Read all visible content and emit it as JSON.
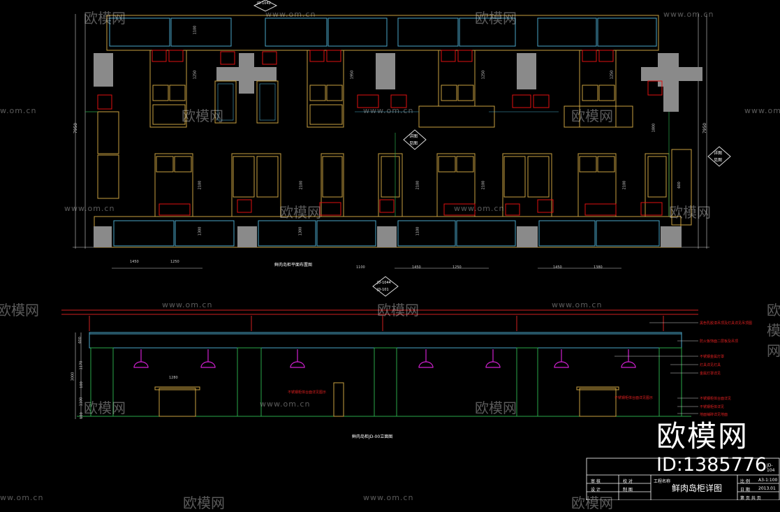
{
  "plan": {
    "caption": "鲜肉岛柜平面布置图",
    "dims_vertical": [
      "1100",
      "1250",
      "1950",
      "1250",
      "1800",
      "2100",
      "2100",
      "2100",
      "2100",
      "2100",
      "600",
      "1300",
      "1300",
      "1100",
      "1250"
    ],
    "dims_left": [
      "7950"
    ],
    "dims_right": [
      "7950"
    ],
    "dims_bottom": [
      "1450",
      "1250",
      "1100",
      "1450",
      "1250",
      "1450",
      "1380"
    ],
    "tags": [
      {
        "line1": "",
        "line2": "JD-1042"
      },
      {
        "line1": "详图",
        "line2": "见图"
      },
      {
        "line1": "详图",
        "line2": "见图"
      },
      {
        "line1": "JD-1044",
        "line2": "JD-101"
      }
    ]
  },
  "elevation": {
    "caption": "鲜肉岛柜JD-00立面图",
    "dims_left": [
      "600",
      "1170",
      "3000",
      "100",
      "1100",
      "100"
    ],
    "dim_top_small": "1280",
    "annotations_right": [
      "黑色乳胶漆吊顶及灯具详见吊顶图",
      "防火板饰面二层板及吊顶",
      "不锈钢金属灯罩",
      "灯具详见灯具",
      "金属灯罩详见",
      "不锈钢柜体台面详见",
      "不锈钢柜体详见",
      "地面铺砖详见地面"
    ],
    "annotation_mid": "不锈钢柜体台面详见图示",
    "annotation_left": "不锈钢柜体台面详见图示"
  },
  "watermarks": {
    "brand": "欧模网",
    "site": "www.om.cn",
    "big_brand": "欧模网",
    "id_text": "ID:1385776"
  },
  "title_block": {
    "drawing_title": "鲜肉岛柜详图",
    "code": "JD-104",
    "rows": [
      "审 核",
      "校 对",
      "设 计",
      "制 图"
    ],
    "right_rows": [
      "比 例",
      "日 期",
      "第 页 共 页"
    ],
    "scale": "A3-1:100",
    "date": "2013.01",
    "proj": "工程名称"
  },
  "colors": {
    "cabinet": "#c8a040",
    "counter": "#4aa6c8",
    "grey_block": "#8a8a8a",
    "red_box": "#e01010",
    "dim_line": "#e0e0e0",
    "green": "#2aa84a",
    "magenta": "#d020d0",
    "red_line": "#d02020",
    "watermark": "#ffffff"
  }
}
